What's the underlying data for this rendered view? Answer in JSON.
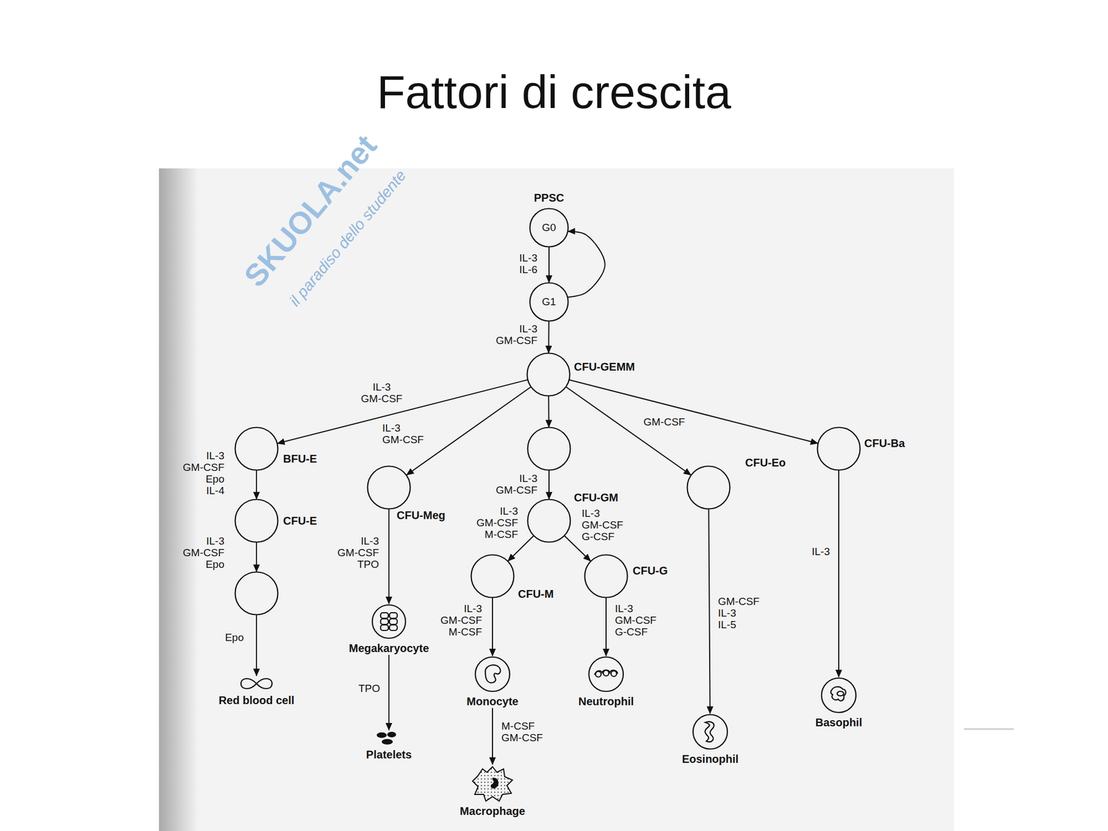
{
  "diagram": {
    "title": "Fattori di crescita",
    "nodes": [
      {
        "text": [
          "PPSC",
          "G0"
        ]
      },
      {
        "text": [
          "G1"
        ]
      },
      {
        "text": [
          "CFU-GEMM"
        ]
      },
      {
        "text": [
          "BFU-E"
        ]
      },
      {
        "text": [
          "CFU-Meg"
        ]
      },
      {
        "text": []
      },
      {
        "text": [
          "CFU-Eo"
        ]
      },
      {
        "text": [
          "CFU-Ba"
        ]
      },
      {
        "text": [
          "CFU-E"
        ]
      },
      {
        "text": [
          "CFU-GM"
        ]
      },
      {
        "text": []
      },
      {
        "text": [
          "CFU-M"
        ]
      },
      {
        "text": [
          "CFU-G"
        ]
      },
      {
        "text": [
          "Megakaryocyte"
        ]
      },
      {
        "text": [
          "Monocyte"
        ]
      },
      {
        "text": [
          "Neutrophil"
        ]
      },
      {
        "text": [
          "Red blood cell"
        ]
      },
      {
        "text": [
          "Eosinophil"
        ]
      },
      {
        "text": [
          "Basophil"
        ]
      },
      {
        "text": [
          "Platelets"
        ]
      },
      {
        "text": [
          "Macrophage"
        ]
      }
    ],
    "edges": [
      {
        "from": 0,
        "to": 1,
        "label": "IL-3 IL-6",
        "arrow": "to"
      },
      {
        "from": 1,
        "to": 0,
        "arrow": "to"
      },
      {
        "from": 1,
        "to": 2,
        "label": "IL-3 GM-CSF",
        "arrow": "to"
      },
      {
        "from": 2,
        "to": 3,
        "label": "IL-3 GM-CSF",
        "arrow": "to"
      },
      {
        "from": 2,
        "to": 4,
        "label": "IL-3 GM-CSF",
        "arrow": "to"
      },
      {
        "from": 2,
        "to": 5,
        "arrow": "to"
      },
      {
        "from": 2,
        "to": 6,
        "label": "GM-CSF",
        "arrow": "to"
      },
      {
        "from": 2,
        "to": 7,
        "arrow": "to"
      },
      {
        "from": 3,
        "to": 8,
        "label": "IL-3 GM-CSF Epo IL-4",
        "arrow": "to"
      },
      {
        "from": 8,
        "to": 10,
        "label": "IL-3 GM-CSF Epo",
        "arrow": "to"
      },
      {
        "from": 10,
        "to": 16,
        "label": "Epo",
        "arrow": "to"
      },
      {
        "from": 4,
        "to": 13,
        "label": "IL-3 GM-CSF TPO",
        "arrow": "to"
      },
      {
        "from": 13,
        "to": 19,
        "label": "TPO",
        "arrow": "to"
      },
      {
        "from": 5,
        "to": 9,
        "label": "IL-3 GM-CSF",
        "arrow": "to"
      },
      {
        "from": 9,
        "to": 11,
        "label": "IL-3 GM-CSF M-CSF",
        "arrow": "to"
      },
      {
        "from": 9,
        "to": 12,
        "label": "IL-3 GM-CSF G-CSF",
        "arrow": "to"
      },
      {
        "from": 11,
        "to": 14,
        "label": "IL-3 GM-CSF M-CSF",
        "arrow": "to"
      },
      {
        "from": 14,
        "to": 20,
        "label": "M-CSF GM-CSF",
        "arrow": "to"
      },
      {
        "from": 12,
        "to": 15,
        "label": "IL-3 GM-CSF G-CSF",
        "arrow": "to"
      },
      {
        "from": 6,
        "to": 17,
        "label": "GM-CSF IL-3 IL-5",
        "arrow": "to"
      },
      {
        "from": 7,
        "to": 18,
        "label": "IL-3",
        "arrow": "to"
      }
    ],
    "labels": [
      "SKUOLA.net",
      "il paradiso dello studente"
    ]
  }
}
